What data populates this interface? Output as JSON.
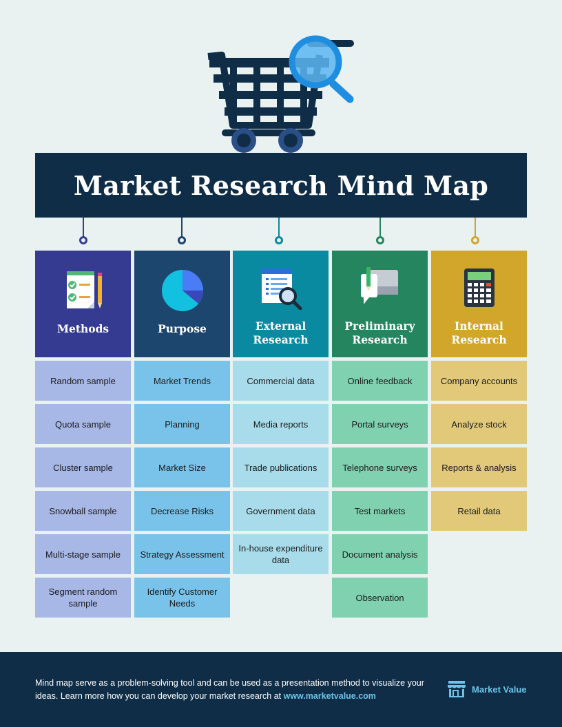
{
  "title": "Market Research Mind Map",
  "columns": [
    {
      "heading": "Methods",
      "icon": "checklist-icon",
      "color": "#343b91",
      "cell_color": "#a7b7e6",
      "dot_color": "#343b91",
      "items": [
        "Random sample",
        "Quota sample",
        "Cluster sample",
        "Snowball sample",
        "Multi-stage sample",
        "Segment random sample"
      ]
    },
    {
      "heading": "Purpose",
      "icon": "pie-chart-icon",
      "color": "#1c466e",
      "cell_color": "#79c3ea",
      "dot_color": "#1c466e",
      "items": [
        "Market Trends",
        "Planning",
        "Market Size",
        "Decrease Risks",
        "Strategy Assessment",
        "Identify Customer Needs"
      ]
    },
    {
      "heading": "External Research",
      "icon": "document-search-icon",
      "color": "#0a8aa0",
      "cell_color": "#a8dcea",
      "dot_color": "#0a8aa0",
      "items": [
        "Commercial data",
        "Media reports",
        "Trade publications",
        "Government data",
        "In-house expenditure data"
      ]
    },
    {
      "heading": "Preliminary Research",
      "icon": "feedback-icon",
      "color": "#24855f",
      "cell_color": "#7fd1b0",
      "dot_color": "#24855f",
      "items": [
        "Online feedback",
        "Portal surveys",
        "Telephone surveys",
        "Test markets",
        "Document analysis",
        "Observation"
      ]
    },
    {
      "heading": "Internal Research",
      "icon": "calculator-icon",
      "color": "#d1a62a",
      "cell_color": "#e1c979",
      "dot_color": "#d1a62a",
      "items": [
        "Company accounts",
        "Analyze stock",
        "Reports & analysis",
        "Retail data"
      ]
    }
  ],
  "footer": {
    "text": "Mind map serve as a problem-solving tool and can be used as a presentation method to visualize your ideas. Learn more how you can develop your market research at ",
    "link": "www.marketvalue.com",
    "brand": "Market Value",
    "brand_icon": "storefront-icon"
  }
}
